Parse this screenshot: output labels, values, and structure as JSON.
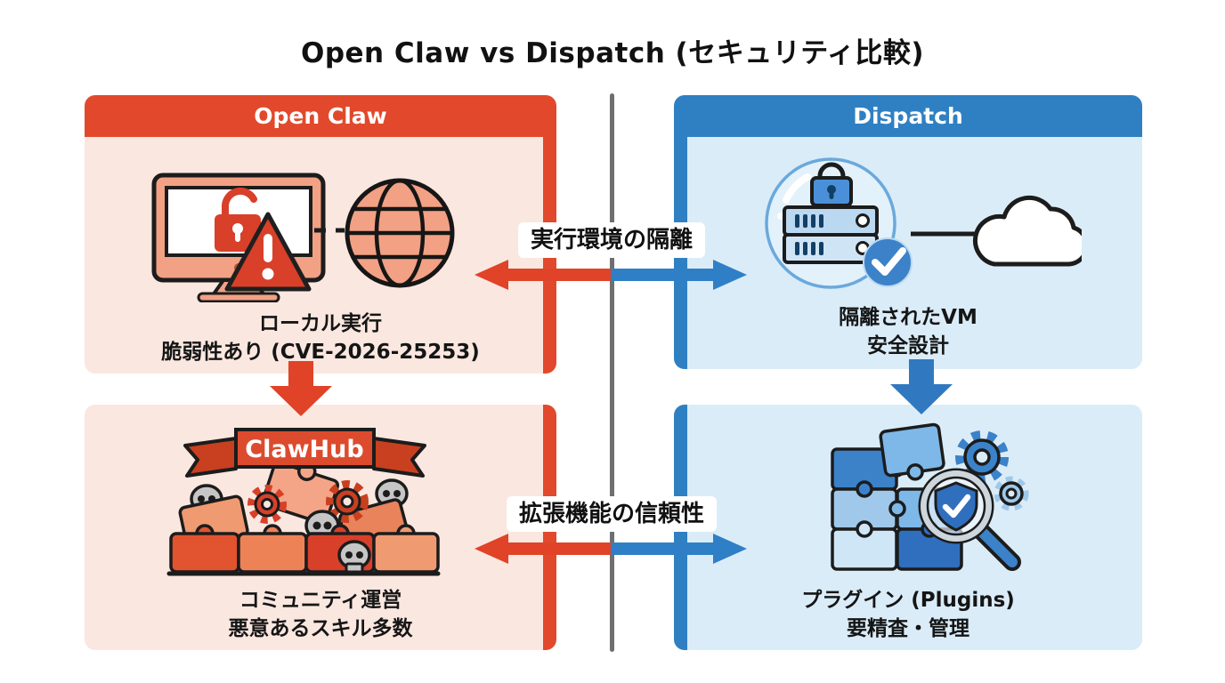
{
  "title": "Open Claw vs Dispatch (セキュリティ比較)",
  "colors": {
    "left_accent": "#E2492C",
    "left_panel_bg": "#FAE7E0",
    "right_accent": "#2F80C3",
    "right_panel_bg": "#DAECF8",
    "divider": "#6F6F6F"
  },
  "left": {
    "name": "Open Claw",
    "top": {
      "icon": "local-execution-vulnerability-icon",
      "lines": [
        "ローカル実行",
        "脆弱性あり (CVE-2026-25253)"
      ]
    },
    "bottom": {
      "icon": "clawhub-malicious-skills-icon",
      "banner": "ClawHub",
      "lines": [
        "コミュニティ運営",
        "悪意あるスキル多数"
      ]
    }
  },
  "right": {
    "name": "Dispatch",
    "top": {
      "icon": "isolated-vm-cloud-icon",
      "lines": [
        "隔離されたVM",
        "安全設計"
      ]
    },
    "bottom": {
      "icon": "plugins-vetting-icon",
      "lines": [
        "プラグイン (Plugins)",
        "要精査・管理"
      ]
    }
  },
  "comparisons": [
    {
      "label": "実行環境の隔離"
    },
    {
      "label": "拡張機能の信頼性"
    }
  ]
}
